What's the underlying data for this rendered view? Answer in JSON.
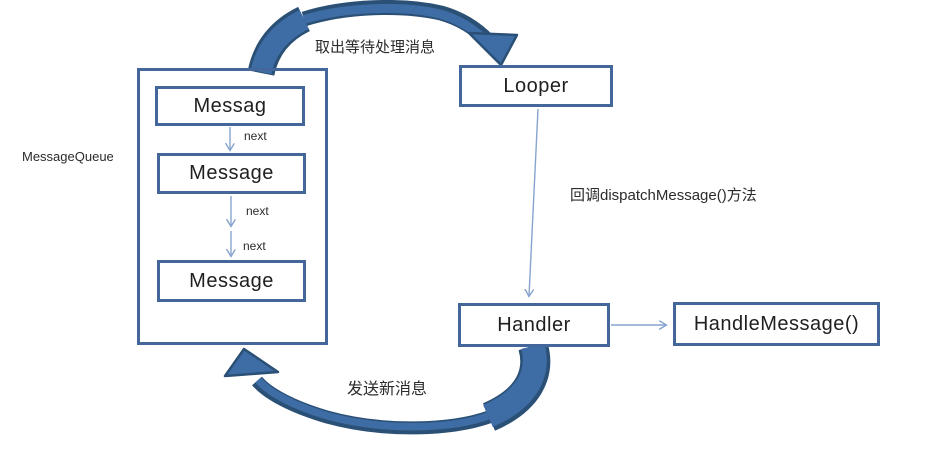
{
  "diagram": {
    "queue": {
      "label": "MessageQueue",
      "nodes": [
        "Messag",
        "Message",
        "Message"
      ],
      "next_labels": [
        "next",
        "next",
        "next"
      ]
    },
    "looper_label": "Looper",
    "handler_label": "Handler",
    "handle_message_label": "HandleMessage()",
    "edge_labels": {
      "dequeue": "取出等待处理消息",
      "dispatch": "回调dispatchMessage()方法",
      "send": "发送新消息"
    },
    "colors": {
      "box_border": "#44679B",
      "thick_arrow_fill": "#3E6CA4",
      "thick_arrow_edge": "#2B5076",
      "thin_arrow": "#87A4CE",
      "text": "#1F1F1F"
    }
  }
}
